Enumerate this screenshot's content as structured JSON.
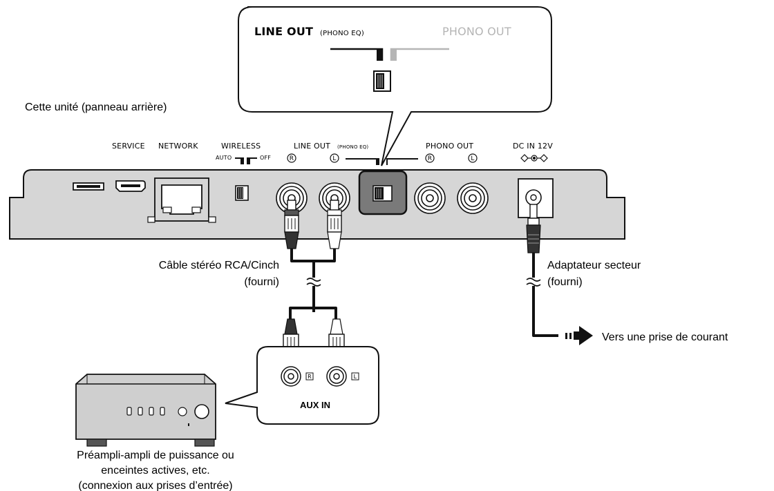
{
  "callout": {
    "line_out": "LINE OUT",
    "phono_eq": "(PHONO EQ)",
    "phono_out": "PHONO OUT"
  },
  "panel": {
    "caption": "Cette unité (panneau arrière)",
    "service": "SERVICE",
    "network": "NETWORK",
    "wireless": "WIRELESS",
    "auto": "AUTO",
    "off": "OFF",
    "line_out": "LINE OUT",
    "phono_eq": "(PHONO EQ)",
    "phono_out": "PHONO OUT",
    "dc_in": "DC IN 12V",
    "r": "R",
    "l": "L"
  },
  "cables": {
    "rca_line1": "Câble stéréo RCA/Cinch",
    "rca_line2": "(fourni)",
    "adapter_line1": "Adaptateur secteur",
    "adapter_line2": "(fourni)",
    "outlet": "Vers une prise de courant"
  },
  "amp": {
    "aux_in": "AUX IN",
    "r": "R",
    "l": "L",
    "caption_line1": "Préampli-ampli de puissance ou",
    "caption_line2": "enceintes actives, etc.",
    "caption_line3": "(connexion aux prises d’entrée)"
  },
  "colors": {
    "panel_fill": "#d6d6d6",
    "line": "#111111",
    "switch_highlight": "#7a7a7a",
    "phono_inactive": "#b5b5b5"
  }
}
